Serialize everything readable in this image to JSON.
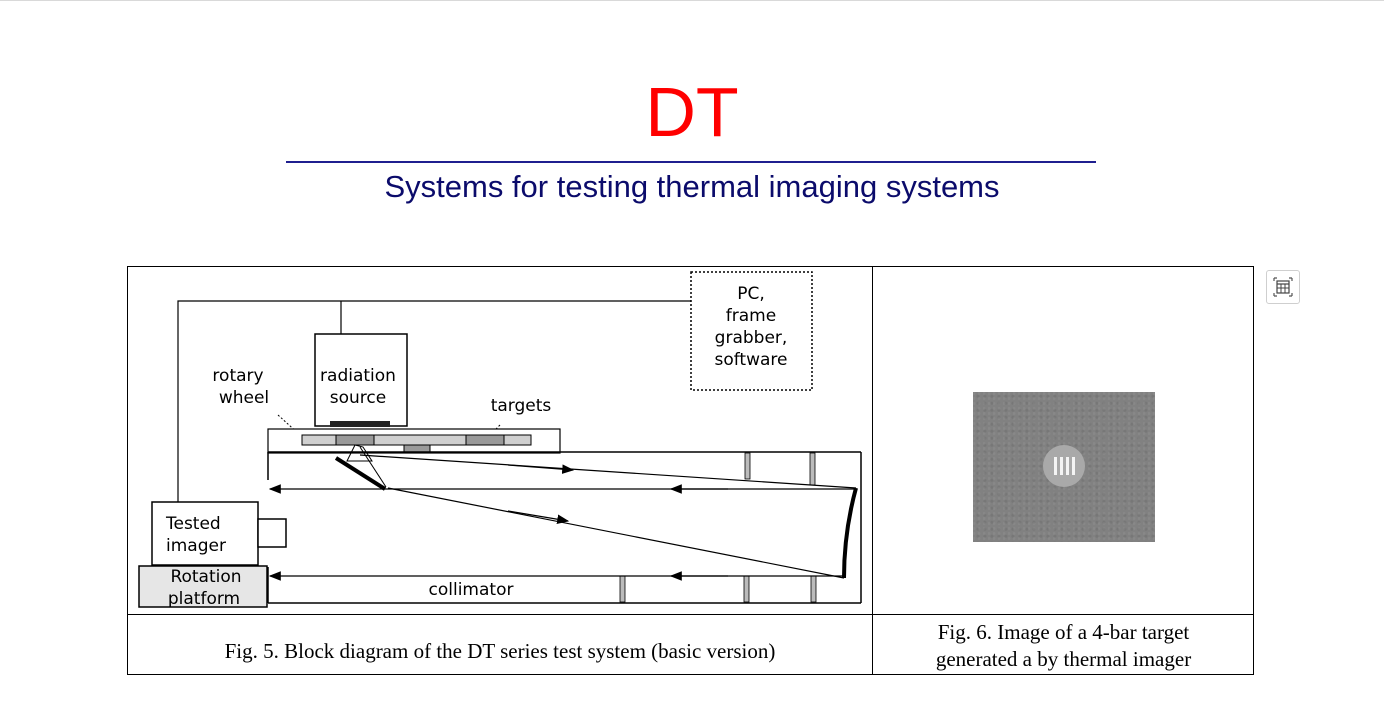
{
  "slide": {
    "title": "DT",
    "subtitle": "Systems for testing thermal imaging systems"
  },
  "figure5": {
    "labels": {
      "pc": [
        "PC,",
        "frame",
        "grabber,",
        "software"
      ],
      "rotary_wheel": [
        "rotary",
        "wheel"
      ],
      "radiation_source": [
        "radiation",
        "source"
      ],
      "targets": "targets",
      "tested_imager": [
        "Tested",
        "imager"
      ],
      "rotation_platform": [
        "Rotation",
        "platform"
      ],
      "collimator": "collimator"
    },
    "caption": "Fig. 5. Block diagram of the DT series test system  (basic version)"
  },
  "figure6": {
    "caption_line1": "Fig. 6. Image of a 4-bar target",
    "caption_line2": "generated a by thermal imager",
    "bar_count": 4
  },
  "toolbar": {
    "side_icon": "table-grid-icon"
  }
}
